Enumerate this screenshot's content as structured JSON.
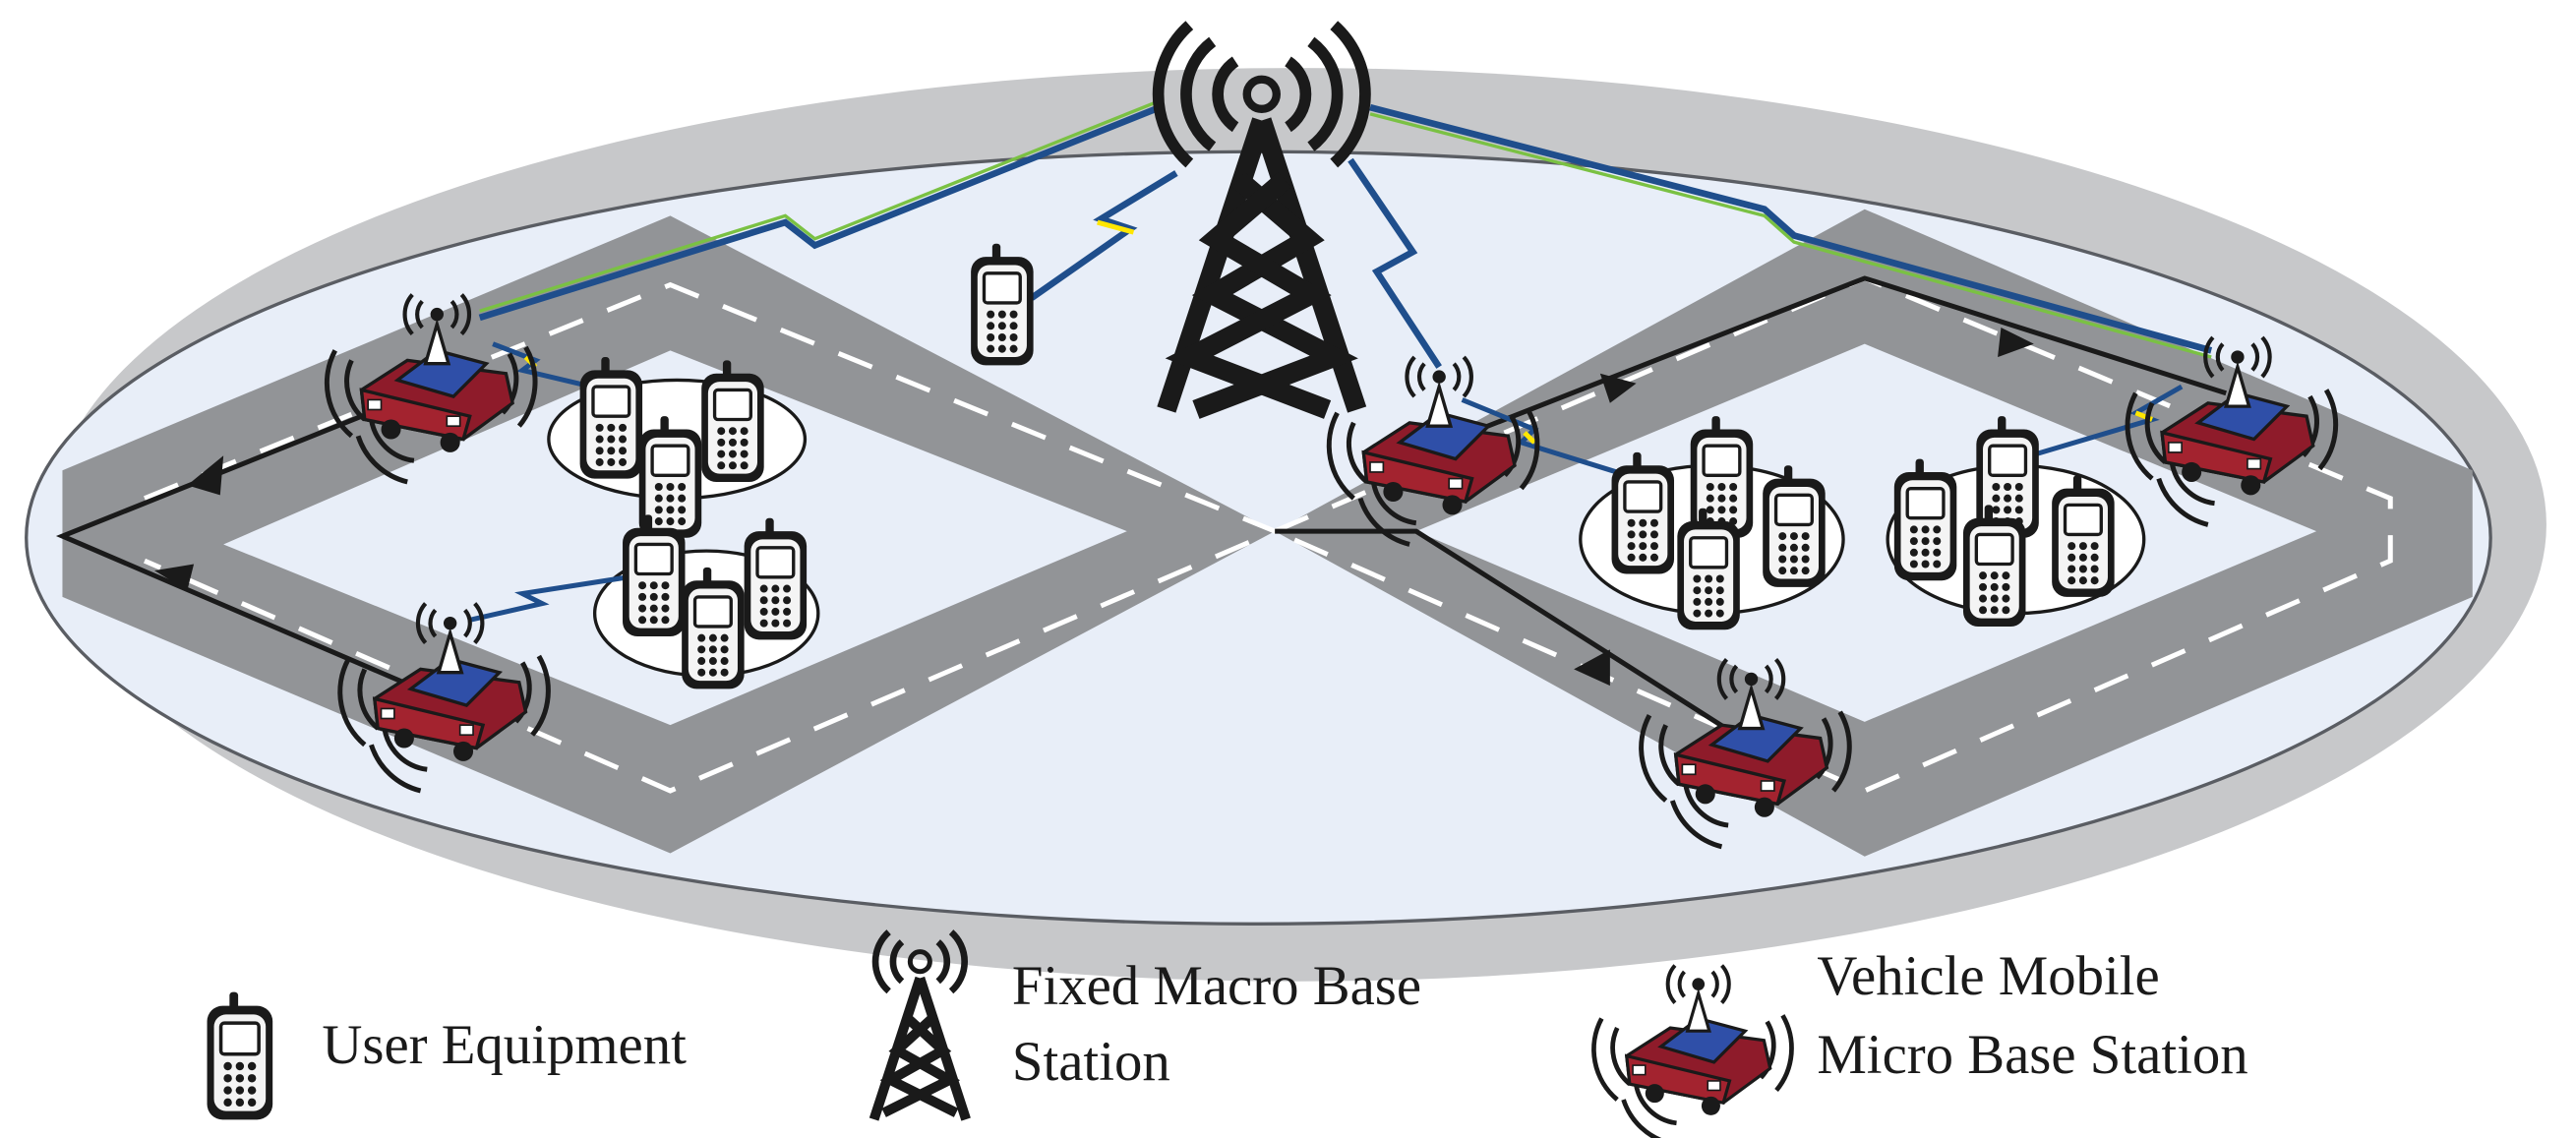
{
  "legend": {
    "user_equipment": "User Equipment",
    "macro_line1": "Fixed Macro Base",
    "macro_line2": "Station",
    "micro_line1": "Vehicle Mobile",
    "micro_line2": "Micro Base Station"
  },
  "colors": {
    "disk": "#e8eef8",
    "disk_shadow": "#c7c8ca",
    "road": "#929497",
    "car_body": "#8e1b2a",
    "car_roof": "#2f4fa8",
    "link_blue": "#1f4e8c",
    "link_green": "#7ac143",
    "zigzag_yellow": "#ffe600",
    "ink": "#1a1a1a"
  },
  "icons": {
    "macro": "tower-icon",
    "micro": "vehicle-base-station-icon",
    "ue": "phone-icon"
  }
}
